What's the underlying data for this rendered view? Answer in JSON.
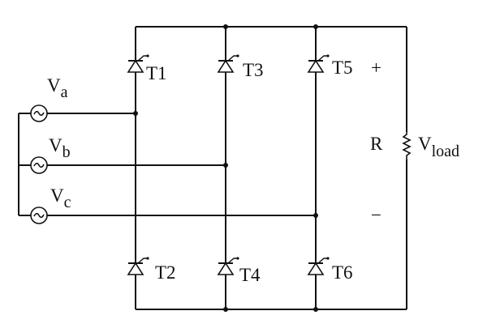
{
  "diagram": {
    "type": "three-phase fully-controlled thyristor bridge rectifier with resistive load",
    "colors": {
      "line": "#111111",
      "background": "#ffffff"
    },
    "sources": [
      {
        "id": "Va",
        "symbol": "V",
        "subscript": "a",
        "icon": "ac-source-icon"
      },
      {
        "id": "Vb",
        "symbol": "V",
        "subscript": "b",
        "icon": "ac-source-icon"
      },
      {
        "id": "Vc",
        "symbol": "V",
        "subscript": "c",
        "icon": "ac-source-icon"
      }
    ],
    "thyristors": {
      "upper": [
        {
          "label": "T1"
        },
        {
          "label": "T3"
        },
        {
          "label": "T5"
        }
      ],
      "lower": [
        {
          "label": "T2"
        },
        {
          "label": "T4"
        },
        {
          "label": "T6"
        }
      ]
    },
    "load": {
      "resistor_label": "R",
      "voltage_symbol": "V",
      "voltage_subscript": "load",
      "plus": "+",
      "minus": "−"
    }
  }
}
